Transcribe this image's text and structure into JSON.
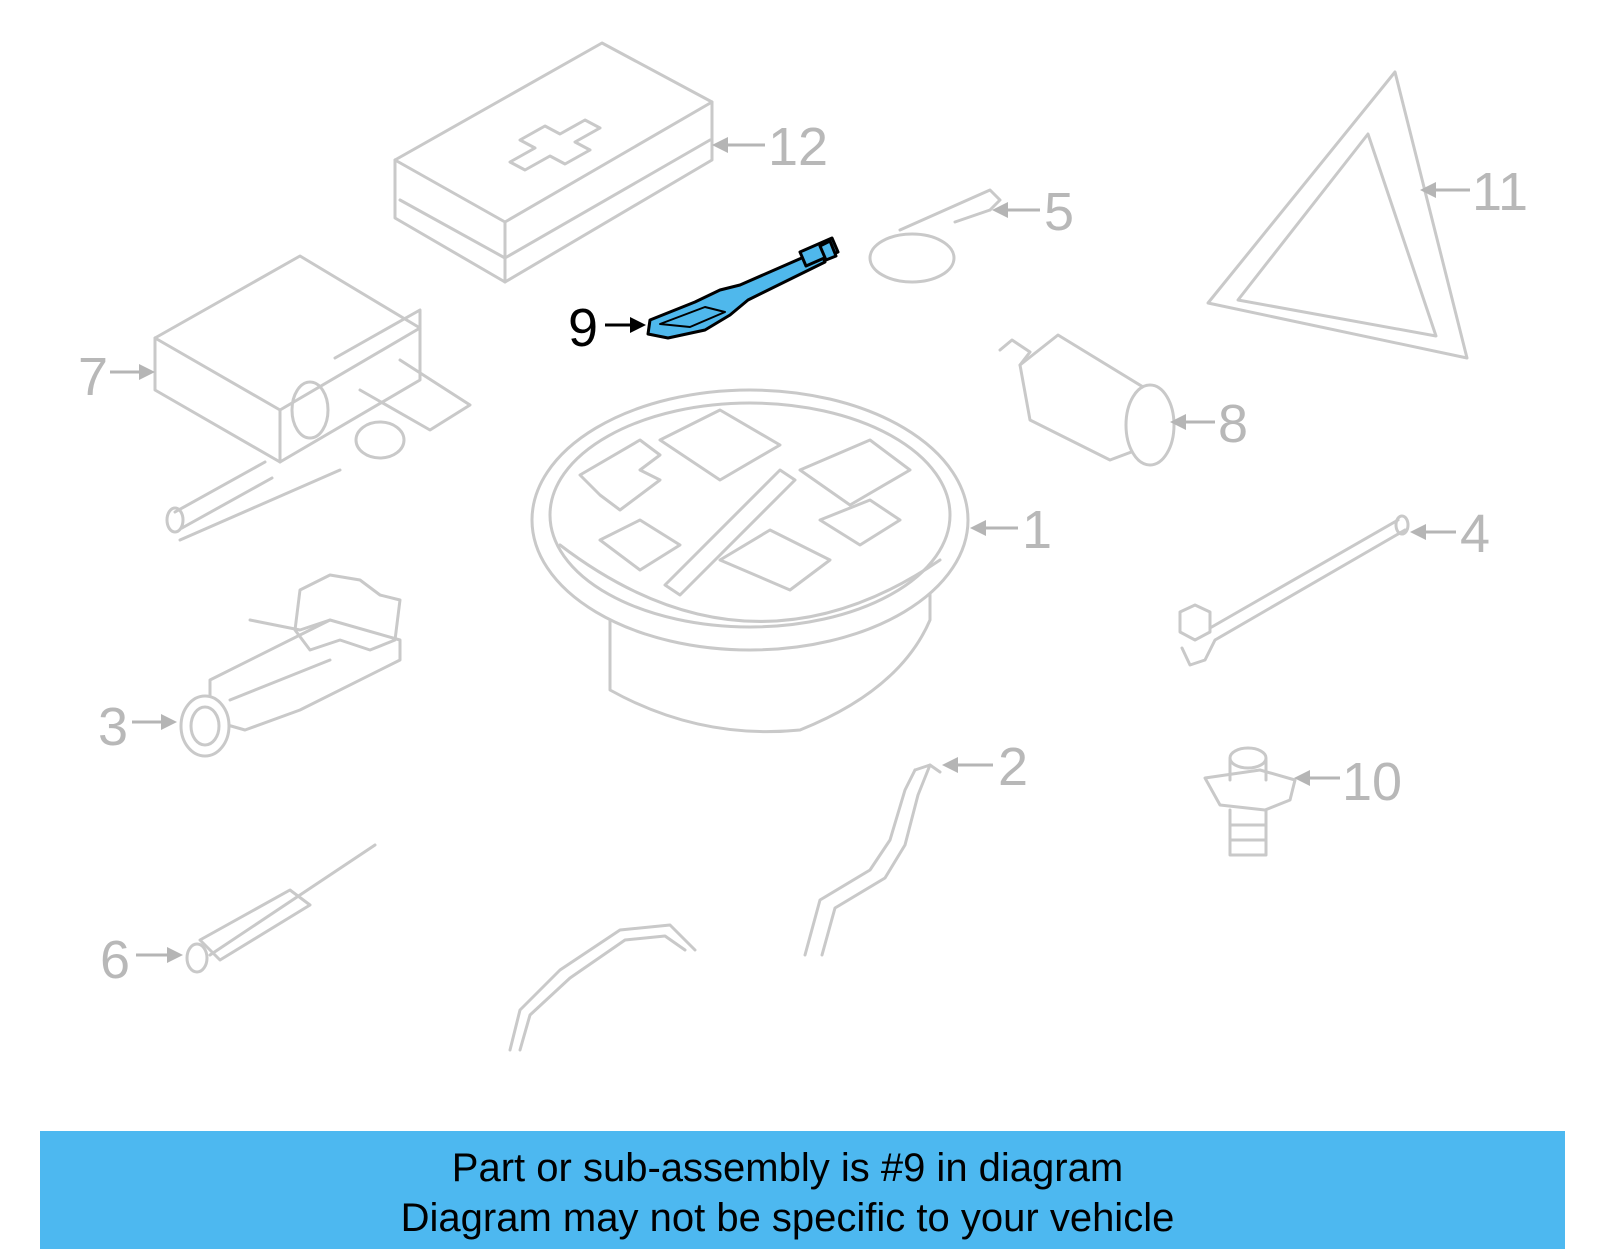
{
  "callouts": {
    "c1": "1",
    "c2": "2",
    "c3": "3",
    "c4": "4",
    "c5": "5",
    "c6": "6",
    "c7": "7",
    "c8": "8",
    "c9": "9",
    "c10": "10",
    "c11": "11",
    "c12": "12"
  },
  "highlighted_part": "9",
  "colors": {
    "highlight": "#4fb8ec",
    "banner": "#4db8f0",
    "inactive": "#c9c9c9"
  },
  "banner": {
    "line1": "Part or sub-assembly is #9 in diagram",
    "line2": "Diagram may not be specific to your vehicle"
  }
}
